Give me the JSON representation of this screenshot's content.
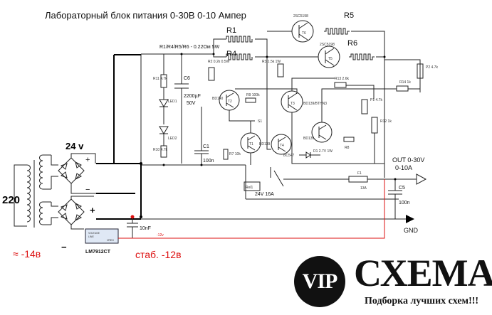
{
  "title": "Лабораторный блок питания 0-30В 0-10 Ампер",
  "shunt_note": "R1/R4/R5/R6 - 0.22Ом 5W",
  "labels": {
    "r1": "R1",
    "r4": "R4",
    "r5": "R5",
    "r6": "R6",
    "q_top_left": "2SC5198",
    "q_top_right": "2SC5198",
    "q5": "T5",
    "q6": "T6",
    "r2": "R2\n0.2k 0.5W",
    "r3": "R3\n1.5k 1W",
    "r10": "R10\n4.7k",
    "r11": "R11\n4.7k",
    "r13": "R13\n2.6k",
    "c6_name": "C6",
    "c6_val1": "2200µF",
    "c6_val2": "50V",
    "led1": "LED1",
    "led2": "LED2",
    "c1_name": "C1",
    "c1_val": "100n",
    "t1": "T1",
    "t1_part": "BD139",
    "t2": "T2",
    "t2_part": "BD140",
    "t3": "T3",
    "t3_part": "BD139/BTHN3",
    "t4": "T4",
    "t4_part": "BC547",
    "t5_part": "BD139",
    "r7": "R7\n10k",
    "r8": "R8",
    "r9": "R9\n100k",
    "r12": "R12\n1k",
    "r14": "R14\n1k",
    "p1": "P1\n4.7k",
    "p2": "P2\n4.7k",
    "d1": "D1\n2.7V 1W",
    "s1": "S1",
    "rel": "Rel1",
    "rel_spec": "24V 16A",
    "f1": "F1",
    "f1_val": "13A",
    "c5_name": "C5",
    "c5_val": "100n",
    "out": "OUT 0-30V",
    "out2": "0-10A",
    "gnd": "GND",
    "v24": "24 v",
    "v220": "220",
    "plus_top": "+",
    "minus_top": "−",
    "plus_bot": "+",
    "minus_bot": "−",
    "cap10": "10nF",
    "reg": "LM7912CT",
    "reg_pins": [
      "VOLTAGE",
      "LINE",
      "VREG"
    ],
    "m12v": "-12v",
    "hand_left": "≈ -14в",
    "hand_right": "стаб. -12в"
  },
  "logo": {
    "vip": "VIP",
    "brand": "СХЕМА",
    "tagline": "Подборка лучших схем!!!"
  },
  "colors": {
    "wire": "#222222",
    "red": "#dd1111",
    "ink": "#111111"
  }
}
